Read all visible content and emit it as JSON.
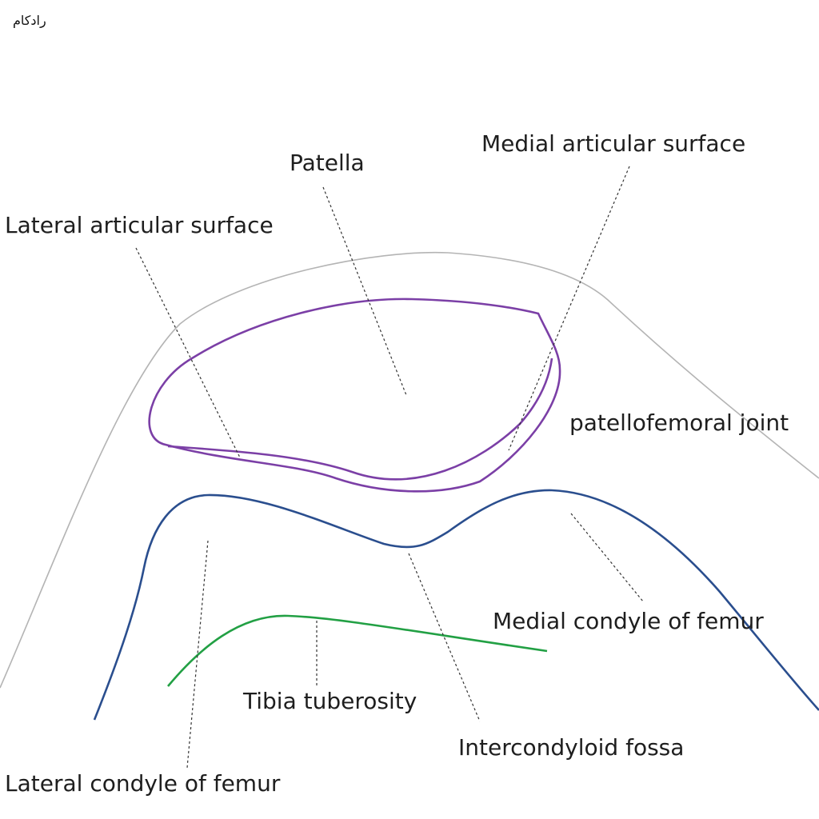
{
  "watermark": "رادکام",
  "labels": {
    "patella": "Patella",
    "medial_articular_surface": "Medial articular surface",
    "lateral_articular_surface": "Lateral articular surface",
    "patellofemoral_joint": "patellofemoral joint",
    "medial_condyle_of_femur": "Medial condyle of femur",
    "tibia_tuberosity": "Tibia tuberosity",
    "intercondyloid_fossa": "Intercondyloid fossa",
    "lateral_condyle_of_femur": "Lateral condyle of femur"
  },
  "colors": {
    "skin_outline": "#b4b4b4",
    "patella": "#7b3fa6",
    "femur": "#2a4e8e",
    "tibia": "#22a044",
    "leader_line": "#333333",
    "text": "#1e1e1e"
  }
}
